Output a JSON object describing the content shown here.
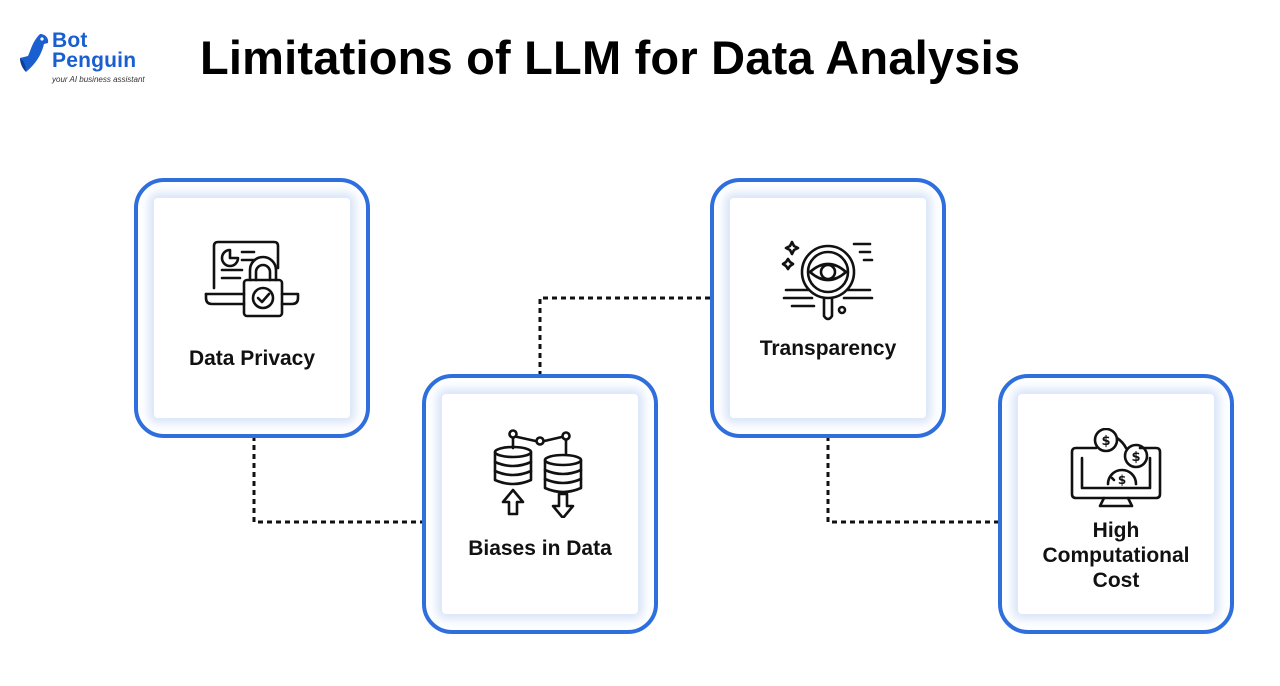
{
  "brand": {
    "line1": "Bot",
    "line2": "Penguin",
    "tagline": "your AI business assistant",
    "color": "#1a5fd0"
  },
  "title": "Limitations of LLM for Data Analysis",
  "colors": {
    "card_border": "#2f6fdd",
    "connector": "#111111"
  },
  "cards": [
    {
      "label": "Data Privacy",
      "icon": "laptop-lock-icon"
    },
    {
      "label": "Biases in Data",
      "icon": "database-bias-icon"
    },
    {
      "label": "Transparency",
      "icon": "magnifier-eye-icon"
    },
    {
      "label": "High Computational Cost",
      "icon": "monitor-coins-icon"
    }
  ]
}
